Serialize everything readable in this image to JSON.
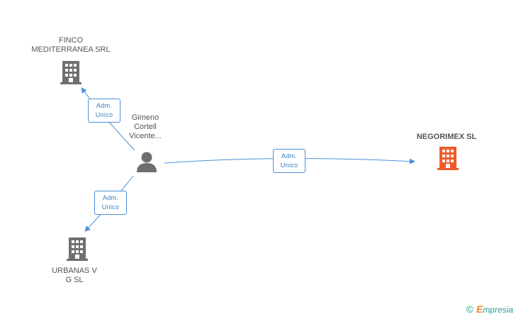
{
  "nodes": {
    "person": {
      "label_lines": [
        "Gimeno",
        "Cortell",
        "Vicente..."
      ]
    },
    "finco": {
      "label_lines": [
        "FINCO",
        "MEDITERRANEA SRL"
      ]
    },
    "negorimex": {
      "label_lines": [
        "NEGORIMEX SL"
      ]
    },
    "urbanas": {
      "label_lines": [
        "URBANAS V",
        "G SL"
      ]
    }
  },
  "edges": {
    "to_finco": {
      "line1": "Adm.",
      "line2": "Unico"
    },
    "to_negorimex": {
      "line1": "Adm.",
      "line2": "Unico"
    },
    "to_urbanas": {
      "line1": "Adm.",
      "line2": "Unico"
    }
  },
  "footer": {
    "copyright": "©",
    "brand_initial": "E",
    "brand_rest": "mpresia"
  },
  "colors": {
    "edge": "#4a90d9",
    "company_gray": "#6f6f6f",
    "company_highlight": "#f05a28",
    "person": "#6f6f6f"
  }
}
